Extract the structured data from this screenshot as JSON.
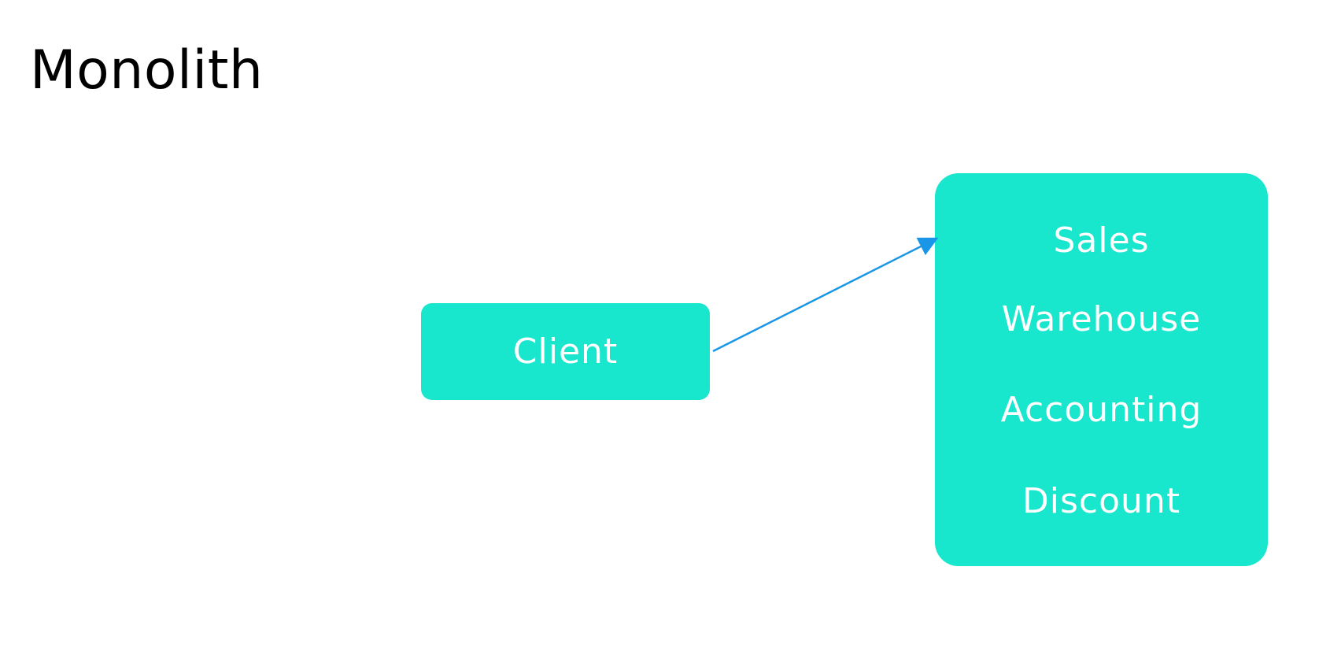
{
  "title": "Monolith",
  "colors": {
    "box_fill": "#18e6cd",
    "box_text": "#ffffff",
    "arrow": "#1a96e8",
    "title_text": "#000000"
  },
  "client": {
    "label": "Client"
  },
  "monolith": {
    "modules": [
      {
        "label": "Sales"
      },
      {
        "label": "Warehouse"
      },
      {
        "label": "Accounting"
      },
      {
        "label": "Discount"
      }
    ]
  }
}
